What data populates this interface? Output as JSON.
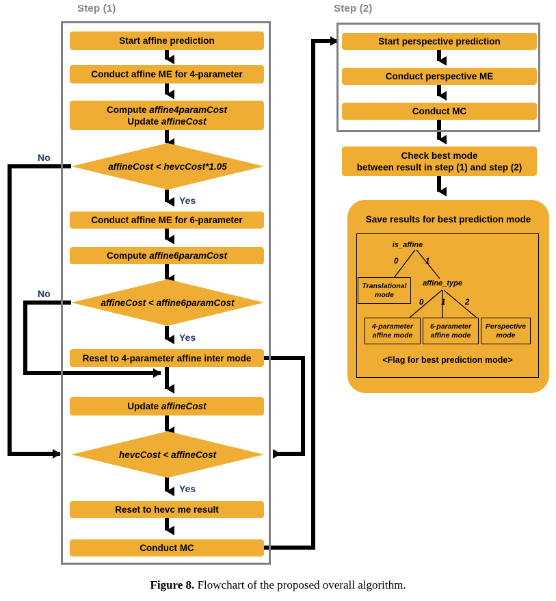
{
  "figure": {
    "caption_bold": "Figure 8.",
    "caption_rest": " Flowchart of the proposed overall algorithm."
  },
  "colors": {
    "box_fill": "#F0AD33",
    "frame_border": "#808080",
    "connector": "#000000",
    "yes_no_label": "#1F3864",
    "step_label": "#808080"
  },
  "step1": {
    "label": "Step (1)",
    "nodes": {
      "start": "Start affine prediction",
      "me4": "Conduct  affine ME for 4-parameter",
      "compute4_line1": "Compute ",
      "compute4_em1": "affine4paramCost",
      "compute4_line2": "Update ",
      "compute4_em2": "affineCost",
      "decision1": "affineCost < hevcCost*1.05",
      "me6": "Conduct  affine ME for 6-parameter",
      "compute6_line1": "Compute ",
      "compute6_em1": "affine6paramCost",
      "decision2": "affineCost < affine6paramCost",
      "reset4": "Reset to 4-parameter affine inter mode",
      "update_line1": "Update ",
      "update_em1": "affineCost",
      "decision3": "hevcCost < affineCost",
      "reset_hevc": "Reset to hevc me result",
      "mc": "Conduct  MC"
    },
    "edge_labels": {
      "no1": "No",
      "yes1": "Yes",
      "no2": "No",
      "yes2": "Yes",
      "yes3": "Yes"
    }
  },
  "step2": {
    "label": "Step (2)",
    "nodes": {
      "start": "Start perspective prediction",
      "me": "Conduct  perspective ME",
      "mc": "Conduct  MC",
      "check_line1": "Check best mode",
      "check_line2": "between result in step (1) and step (2)"
    }
  },
  "save_panel": {
    "title": "Save results for  best prediction  mode",
    "flag_text": "<Flag for best prediction mode>",
    "tree": {
      "root": "is_affine",
      "root_edges": [
        "0",
        "1"
      ],
      "left_leaf_line1": "Translational",
      "left_leaf_line2": "mode",
      "mid_node": "affine_type",
      "mid_edges": [
        "0",
        "1",
        "2"
      ],
      "leaves": [
        {
          "line1": "4-parameter",
          "line2": "affine mode"
        },
        {
          "line1": "6-parameter",
          "line2": "affine  mode"
        },
        {
          "line1": "Perspective",
          "line2": "mode"
        }
      ]
    }
  }
}
